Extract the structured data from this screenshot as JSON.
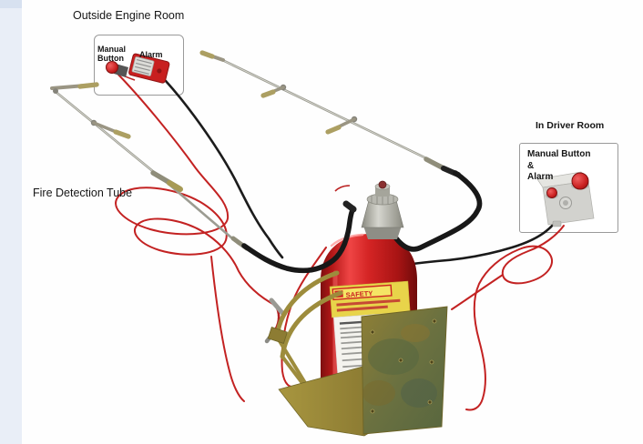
{
  "colors": {
    "strip_blue": "#e9eef7",
    "extinguisher_red": "#c42121",
    "tube_red": "#c32222",
    "hose_black": "#181818",
    "bracket_brass": "#7f7a38",
    "silver": "#9c9c92",
    "callout_border": "#9a9a9a",
    "alarm_red": "#c81f1f"
  },
  "labels": {
    "outside_engine_room": "Outside Engine Room",
    "fire_detection_tube": "Fire Detection Tube",
    "in_driver_room": "In Driver Room"
  },
  "engine_room_box": {
    "manual_button_label": "Manual Button",
    "alarm_label": "Alarm"
  },
  "driver_room_box": {
    "line1": "Manual Button",
    "line2": "&",
    "line3": "Alarm"
  },
  "extinguisher": {
    "brand_label": "SAFETY"
  }
}
